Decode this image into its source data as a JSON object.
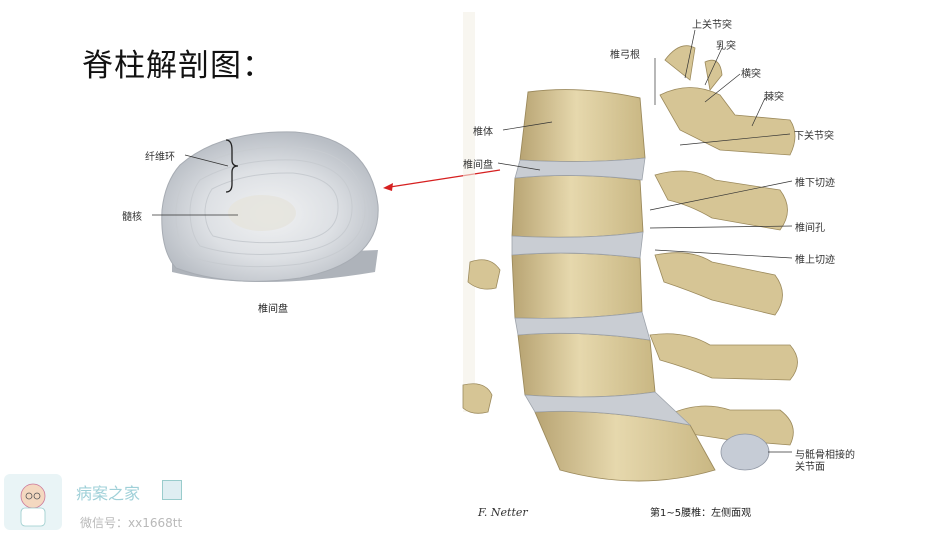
{
  "page_title": "脊柱解剖图：",
  "disc_figure": {
    "labels": {
      "annulus_fibrosus": "纤维环",
      "nucleus_pulposus": "髓核"
    },
    "caption": "椎间盘"
  },
  "spine_figure": {
    "labels": {
      "superior_articular_process": "上关节突",
      "pedicle": "椎弓根",
      "mammillary_process": "乳突",
      "transverse_process": "横突",
      "spinous_process": "棘突",
      "vertebral_body": "椎体",
      "inferior_articular_process": "下关节突",
      "intervertebral_disc": "椎间盘",
      "inferior_vertebral_notch": "椎下切迹",
      "intervertebral_foramen": "椎间孔",
      "superior_vertebral_notch": "椎上切迹",
      "sacral_articular_surface_line1": "与骶骨相接的",
      "sacral_articular_surface_line2": "关节面"
    },
    "caption": "第1~5腰椎：左侧面观",
    "signature": "F. Netter"
  },
  "watermark": {
    "name": "病案之家",
    "wechat": "微信号：xx1668tt"
  },
  "colors": {
    "arrow": "#d62020",
    "bone": "#e2d3a6",
    "bone_shadow": "#b8a473",
    "disc": "#c9cdd3",
    "watermark_text": "#9fd0d8"
  }
}
